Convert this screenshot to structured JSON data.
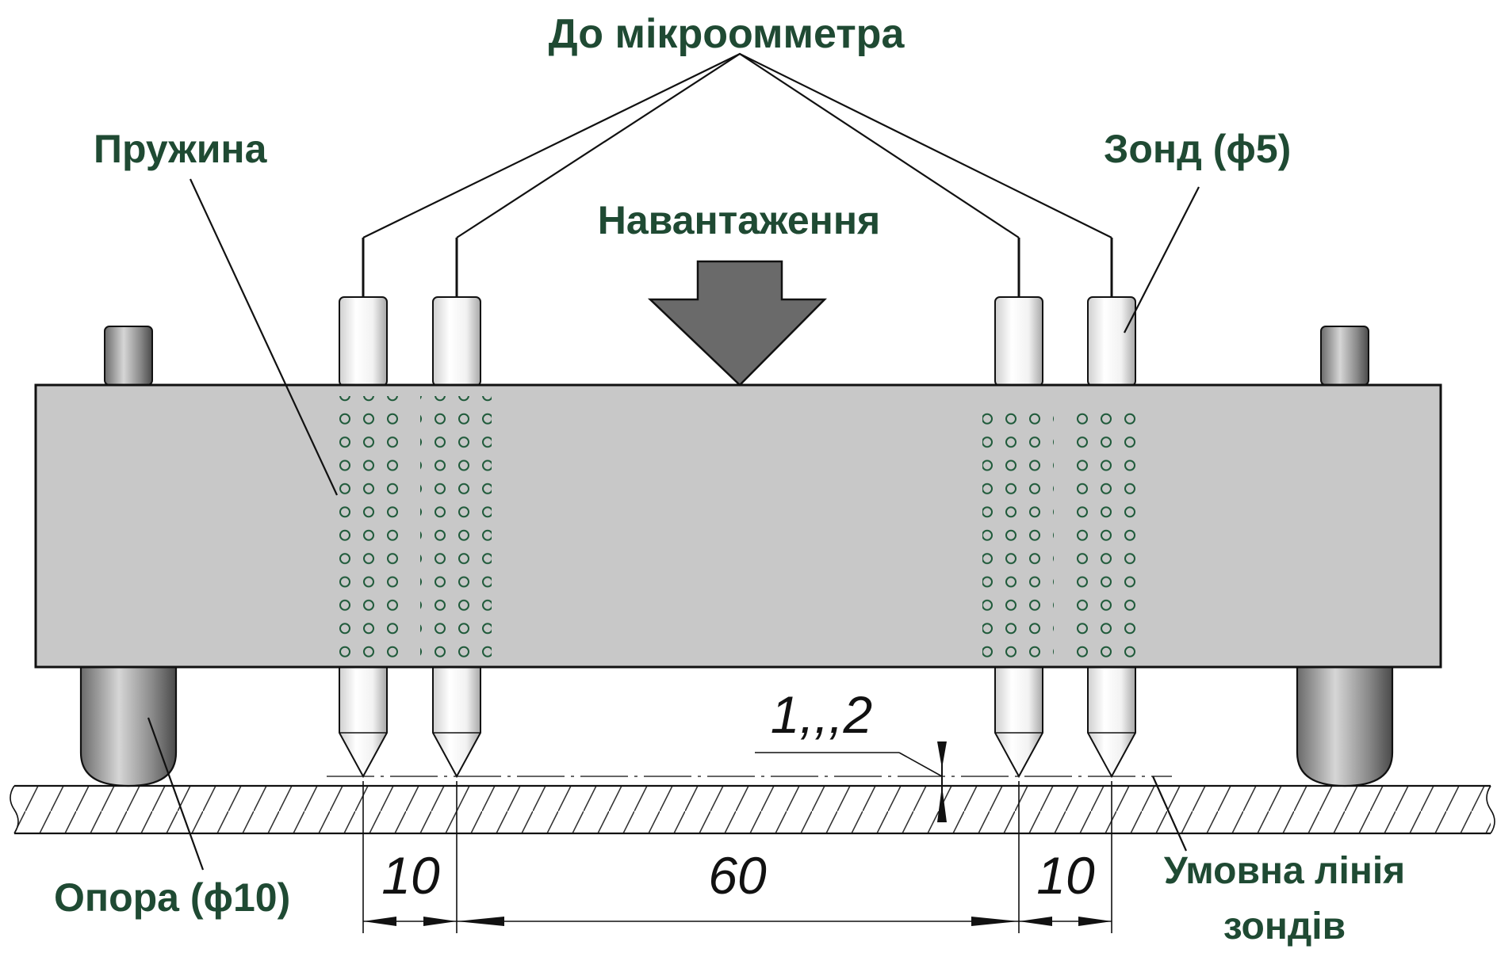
{
  "labels": {
    "to_microohmmeter": "До мікроомметра",
    "spring": "Пружина",
    "probe": "Зонд (ϕ5)",
    "load": "Навантаження",
    "support": "Опора (ϕ10)",
    "probe_line_1": "Умовна лінія",
    "probe_line_2": "зондів"
  },
  "dimensions": {
    "gap": "1,,,2",
    "left_spacing": "10",
    "middle_spacing": "60",
    "right_spacing": "10"
  },
  "colors": {
    "label_text": "#1f4a33",
    "beam_fill": "#c8c8c8",
    "load_arrow": "#6a6a6a",
    "spring_dots": "#1f5a3a"
  }
}
